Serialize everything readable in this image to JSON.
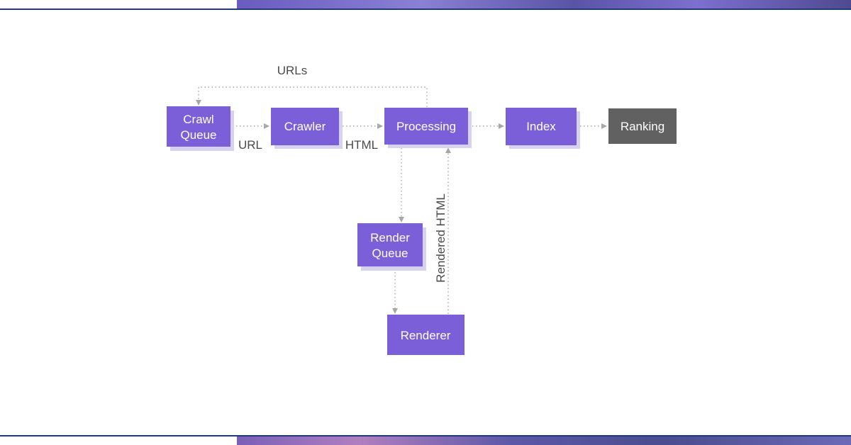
{
  "diagram": {
    "nodes": {
      "crawl_queue": [
        "Crawl",
        "Queue"
      ],
      "crawler": "Crawler",
      "processing": "Processing",
      "index": "Index",
      "ranking": "Ranking",
      "render_queue": [
        "Render",
        "Queue"
      ],
      "renderer": "Renderer"
    },
    "edge_labels": {
      "urls": "URLs",
      "url": "URL",
      "html": "HTML",
      "rendered_html": "Rendered HTML"
    }
  }
}
